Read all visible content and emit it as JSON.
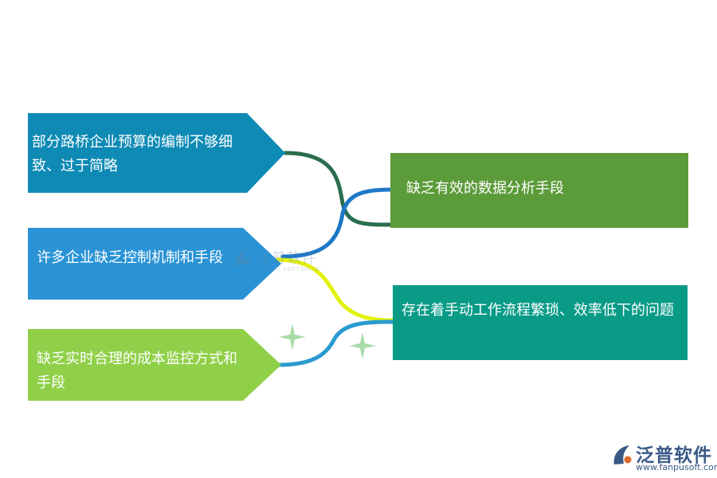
{
  "diagram": {
    "left_items": [
      {
        "text": "部分路桥企业预算的编制不够细致、过于简略",
        "color": "#0e8ab5"
      },
      {
        "text": "许多企业缺乏控制机制和手段",
        "color": "#2a93d5"
      },
      {
        "text": "缺乏实时合理的成本监控方式和手段",
        "color": "#8fd048"
      }
    ],
    "right_items": [
      {
        "text": "缺乏有效的数据分析手段",
        "color": "#5c9b3a"
      },
      {
        "text": "存在着手动工作流程繁琐、效率低下的问题",
        "color": "#0a9b87"
      }
    ],
    "connector_colors": {
      "top": "#2a6e4f",
      "middle_blue": "#1e78c8",
      "yellow": "#e2f20e",
      "bottom_blue": "#2a9bd0"
    },
    "sparkle_color": "#a9dca9"
  },
  "watermark": {
    "text": "泛普软件",
    "subtext": "FANPU SOFTWARE"
  },
  "logo": {
    "name": "泛普软件",
    "url": "www.fanpusoft.com",
    "color": "#3a5a85"
  }
}
